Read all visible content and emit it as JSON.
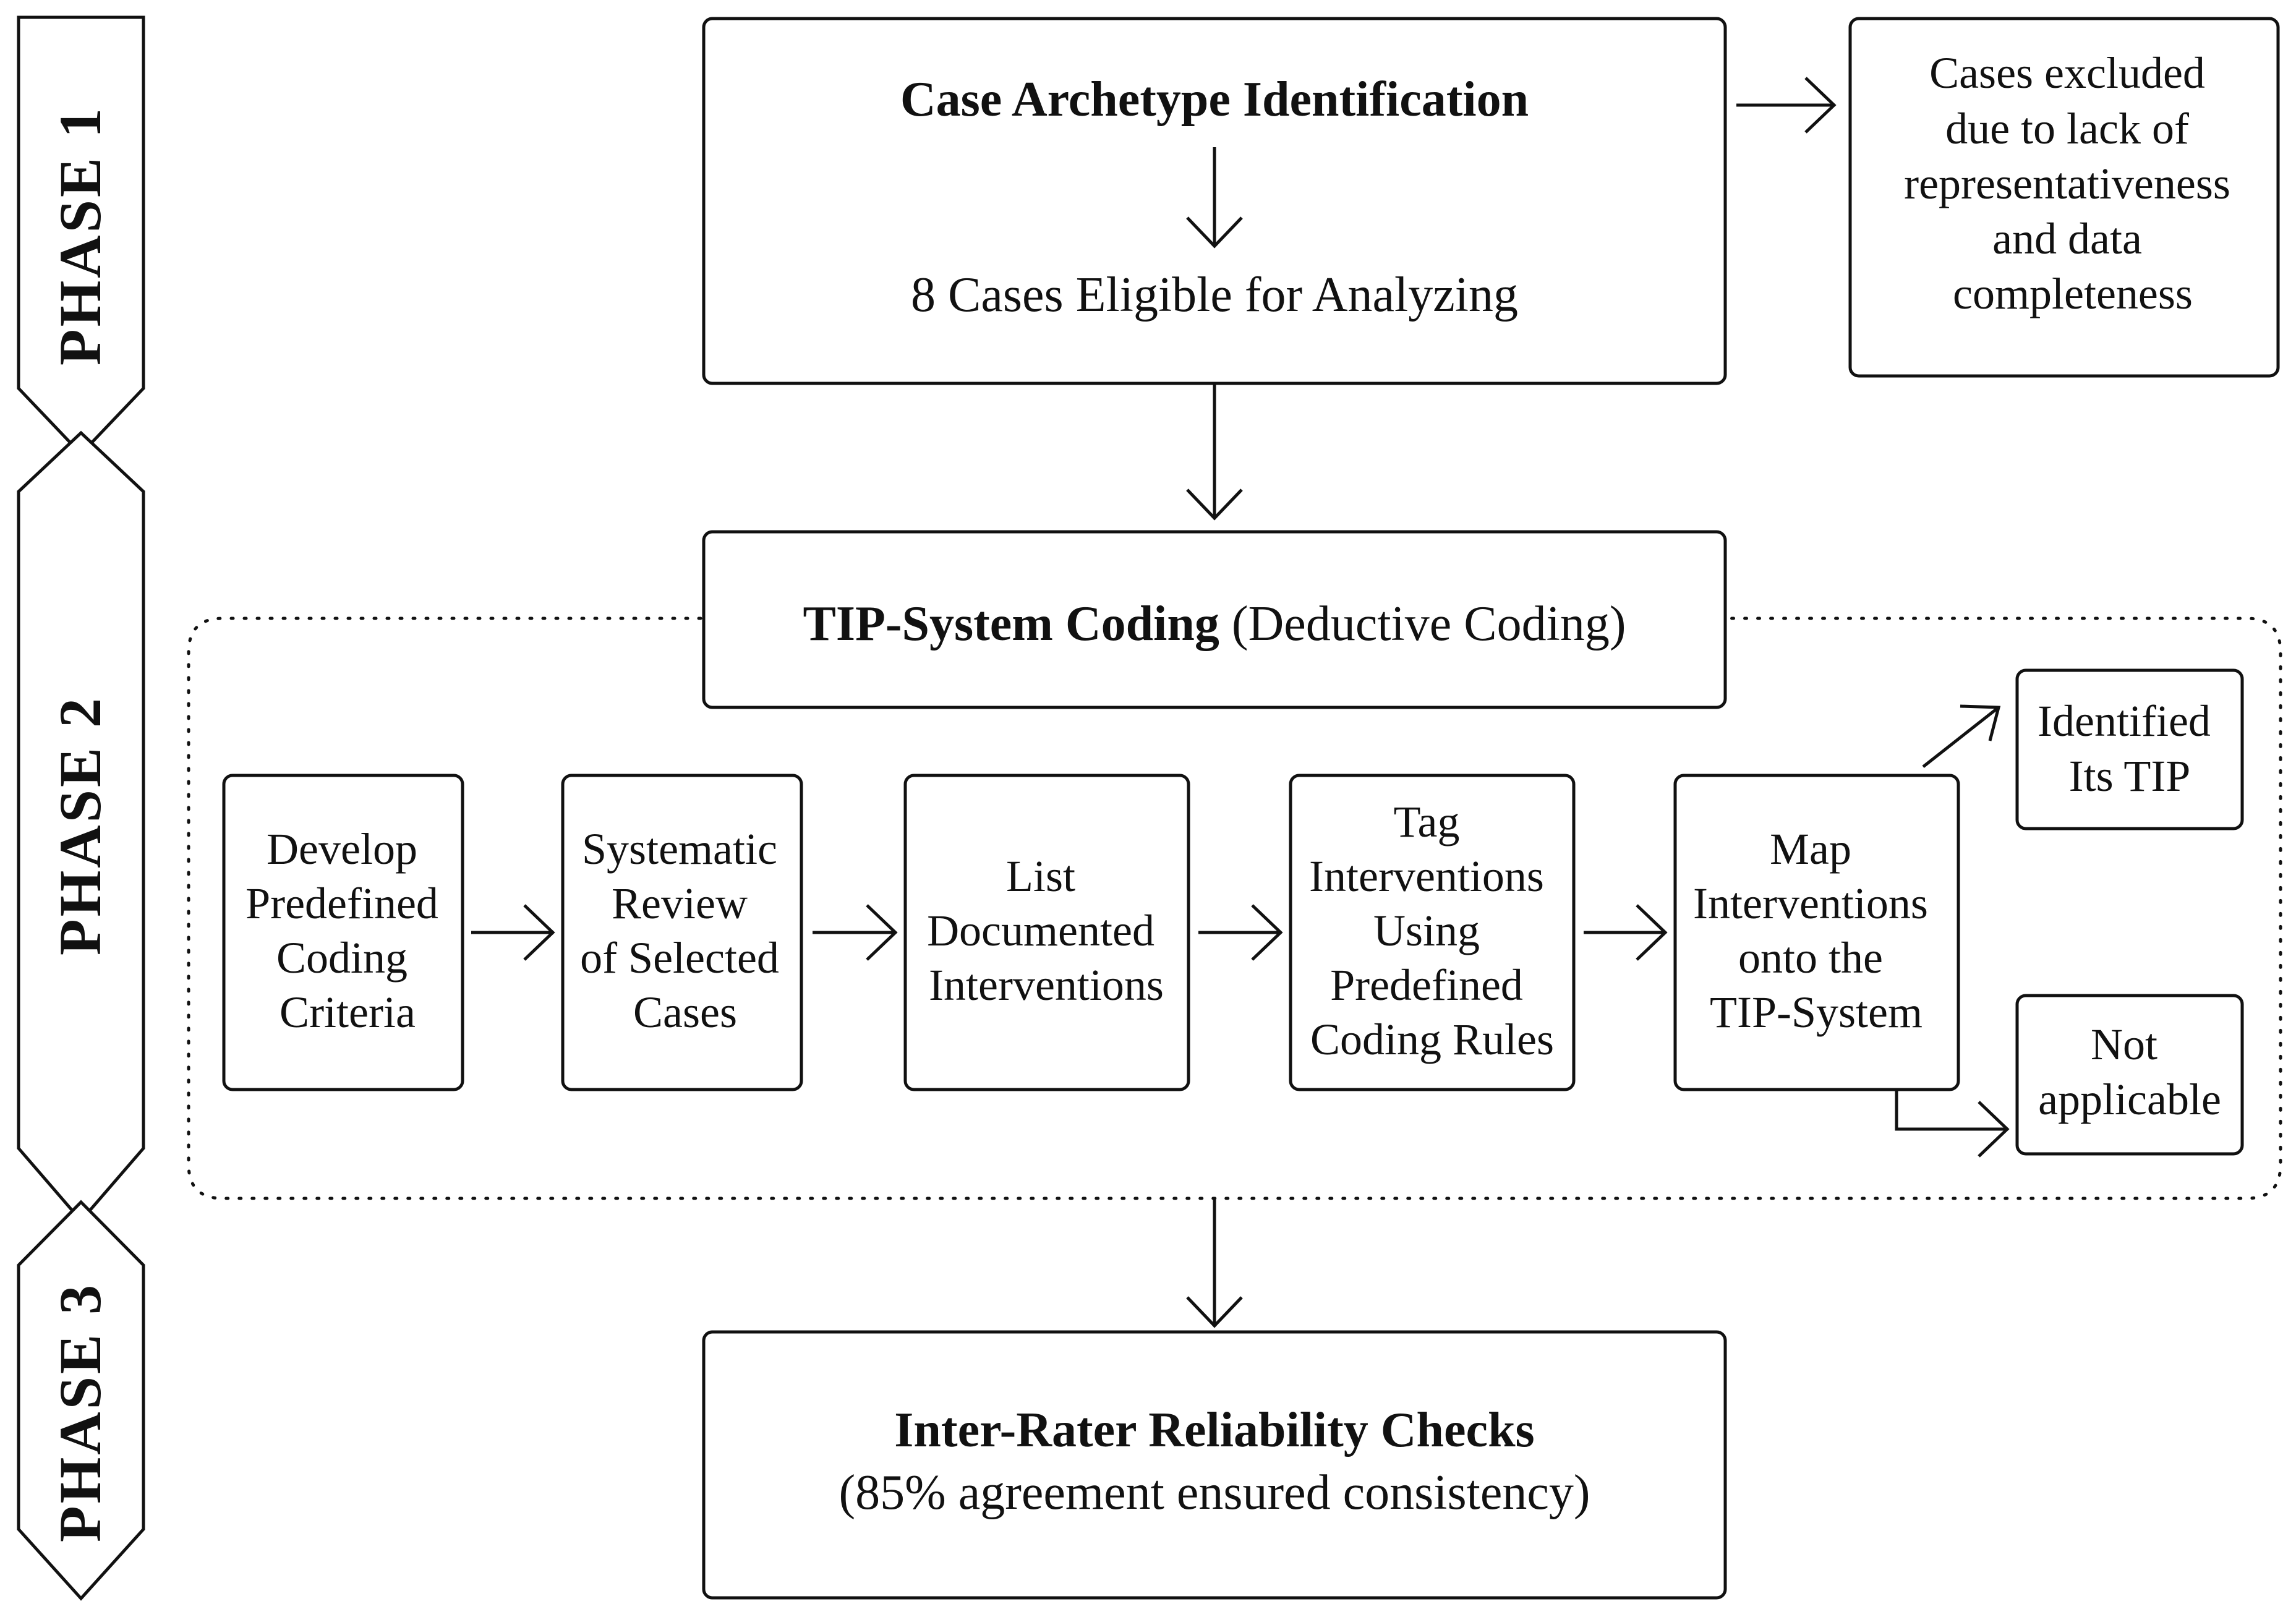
{
  "phases": {
    "phase1": "PHASE 1",
    "phase2": "PHASE 2",
    "phase3": "PHASE 3"
  },
  "phase1": {
    "title": "Case Archetype Identification",
    "eligible": "8 Cases Eligible for Analyzing",
    "excluded": [
      "Cases excluded",
      "due to lack of",
      "representativeness",
      "and data",
      "completeness"
    ]
  },
  "phase2": {
    "header_bold": "TIP-System Coding",
    "header_rest": " (Deductive Coding)",
    "steps": [
      {
        "lines": [
          "Develop",
          "Predefined",
          "Coding",
          "Criteria"
        ]
      },
      {
        "lines": [
          "Systematic",
          "Review",
          "of Selected",
          "Cases"
        ]
      },
      {
        "lines": [
          "List",
          "Documented",
          "Interventions"
        ]
      },
      {
        "lines": [
          "Tag",
          "Interventions",
          "Using",
          "Predefined",
          "Coding Rules"
        ]
      },
      {
        "lines": [
          "Map",
          "Interventions",
          "onto the",
          "TIP-System"
        ]
      }
    ],
    "outcome_identified": [
      "Identified",
      "Its TIP"
    ],
    "outcome_not_applicable": [
      "Not",
      "applicable"
    ]
  },
  "phase3": {
    "title": "Inter-Rater Reliability Checks",
    "subtitle": "(85% agreement ensured consistency)"
  }
}
